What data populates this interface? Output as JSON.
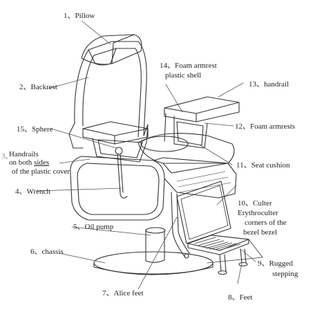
{
  "labels": {
    "pillow": "1、Pillow",
    "backrest": "2、Backrest",
    "handrails_num": "3、",
    "handrails_line1": "Handrails",
    "handrails_line2_a": "on both ",
    "handrails_line2_b": "sides",
    "handrails_line3": "of the plastic cover",
    "wrench": "4、Wrench",
    "oil_pump": "5、Oil pump",
    "chassis": "6、chassis",
    "alice_feet": "7、Alice feet",
    "feet": "8、Feet",
    "rugged_line1": "9、Rugged",
    "rugged_line2": "stepping",
    "culter_line1": "10、Culter",
    "culter_line2": "Erythroculter",
    "culter_line3": "corners of the",
    "culter_line4": "bezel bezel",
    "seat_cushion": "11、Seat cushion",
    "foam_armrests": "12、Foam armrests",
    "handrail": "13、handrail",
    "foam_shell_line1": "14、Foam armrest",
    "foam_shell_line2": "plastic shell",
    "sphere": "15、Sphere"
  },
  "colors": {
    "ink": "#222222",
    "pale_number": "#8a8a8a",
    "background": "#ffffff"
  }
}
